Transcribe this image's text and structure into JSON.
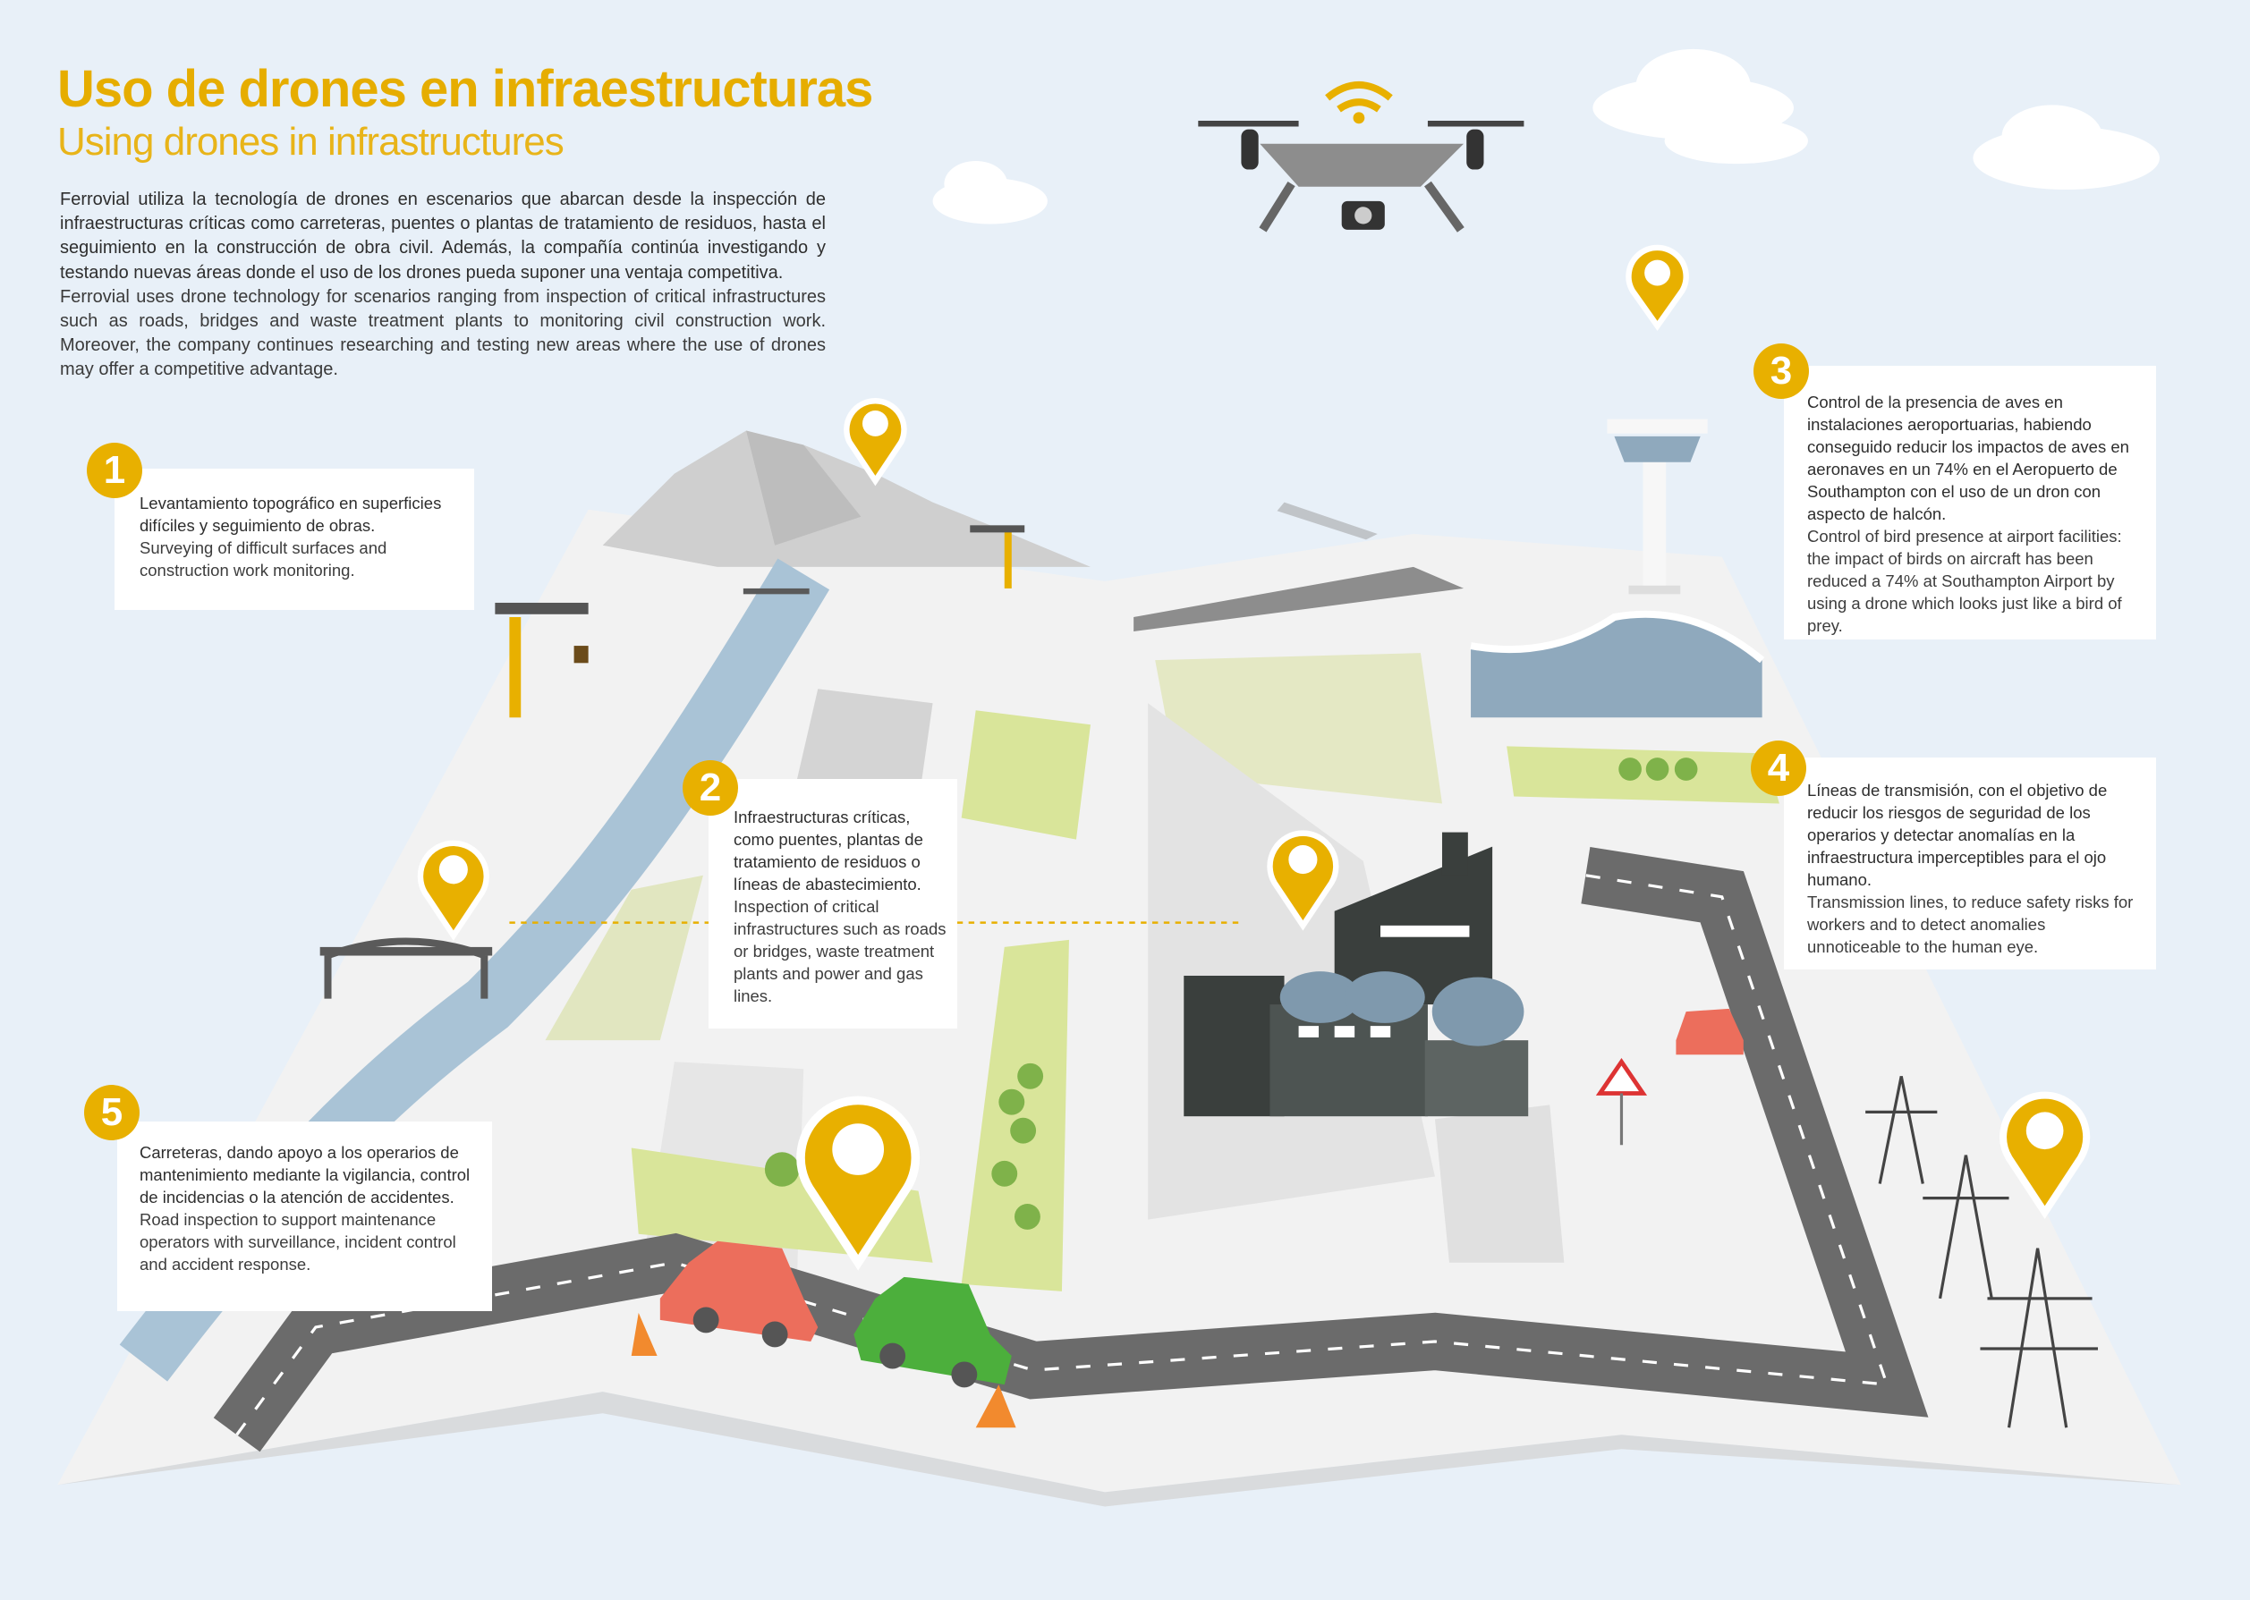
{
  "header": {
    "title": "Uso de drones en infraestructuras",
    "subtitle": "Using drones in infrastructures"
  },
  "intro": {
    "es": "Ferrovial utiliza la tecnología de drones en escenarios que abarcan desde la inspección de infraestructuras críticas como carreteras, puentes o plantas de tratamiento de residuos, hasta el seguimiento en la construcción de obra civil. Además, la compañía continúa investigando y testando nuevas áreas donde el uso de los drones pueda suponer una ventaja competitiva.",
    "en": "Ferrovial uses drone technology for scenarios ranging from inspection of critical infrastructures such as roads, bridges and waste treatment plants to monitoring civil construction work. Moreover, the company continues researching and testing new areas where the use of drones may offer a competitive advantage."
  },
  "items": [
    {
      "number": "1",
      "es": "Levantamiento topográfico en superficies difíciles y seguimiento de obras.",
      "en": "Surveying of difficult surfaces and construction work monitoring."
    },
    {
      "number": "2",
      "es": "Infraestructuras críticas, como puentes, plantas de tratamiento de residuos o líneas de abastecimiento.",
      "en": "Inspection of critical infrastructures such as roads or bridges, waste treatment plants and power and gas lines."
    },
    {
      "number": "3",
      "es": "Control de la presencia de aves en instalaciones aeroportuarias, habiendo conseguido reducir los impactos de aves en aeronaves en un 74% en el Aeropuerto de Southampton con el uso de un dron con aspecto de halcón.",
      "en": "Control of bird presence at airport facilities: the impact of birds on aircraft has been reduced a 74% at Southampton Airport by using a drone which looks just like a bird of prey."
    },
    {
      "number": "4",
      "es": "Líneas de transmisión, con el objetivo de reducir los riesgos de seguridad de los operarios y detectar anomalías en la infraestructura imperceptibles para el ojo humano.",
      "en": "Transmission lines, to reduce safety risks for workers and to detect anomalies unnoticeable to the human eye."
    },
    {
      "number": "5",
      "es": "Carreteras,  dando apoyo a los operarios de mantenimiento mediante la vigilancia, control de incidencias o la atención de accidentes.",
      "en": "Road inspection to support maintenance operators with surveillance, incident control and accident response."
    }
  ],
  "colors": {
    "accent": "#e8b000",
    "background": "#e8f0f8",
    "river": "#a9c3d6",
    "road": "#6b6b6b",
    "green": "#dde6a8"
  }
}
